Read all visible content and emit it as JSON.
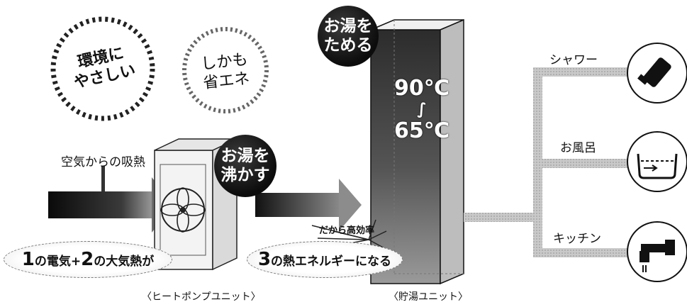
{
  "badges": {
    "eco": [
      "環境に",
      "やさしい"
    ],
    "energy": [
      "しかも",
      "省エネ"
    ]
  },
  "steps": {
    "store": [
      "お湯を",
      "ためる"
    ],
    "boil": [
      "お湯を",
      "沸かす"
    ]
  },
  "heat_absorb_label": "空気からの吸熱",
  "efficiency_label": "だから高効率",
  "formula": {
    "one": "1",
    "part1": "の電気+",
    "two": "2",
    "part2": "の大気熱が"
  },
  "result": {
    "three": "3",
    "text": "の熱エネルギーになる"
  },
  "units": {
    "heat_pump": "〈ヒートポンプユニット〉",
    "tank": "〈貯湯ユニット〉"
  },
  "temperature": {
    "high": "90℃",
    "tilde": "∫",
    "low": "65℃"
  },
  "outlets": [
    {
      "label": "シャワー",
      "icon": "shower-icon"
    },
    {
      "label": "お風呂",
      "icon": "bathtub-icon"
    },
    {
      "label": "キッチン",
      "icon": "faucet-icon"
    }
  ]
}
